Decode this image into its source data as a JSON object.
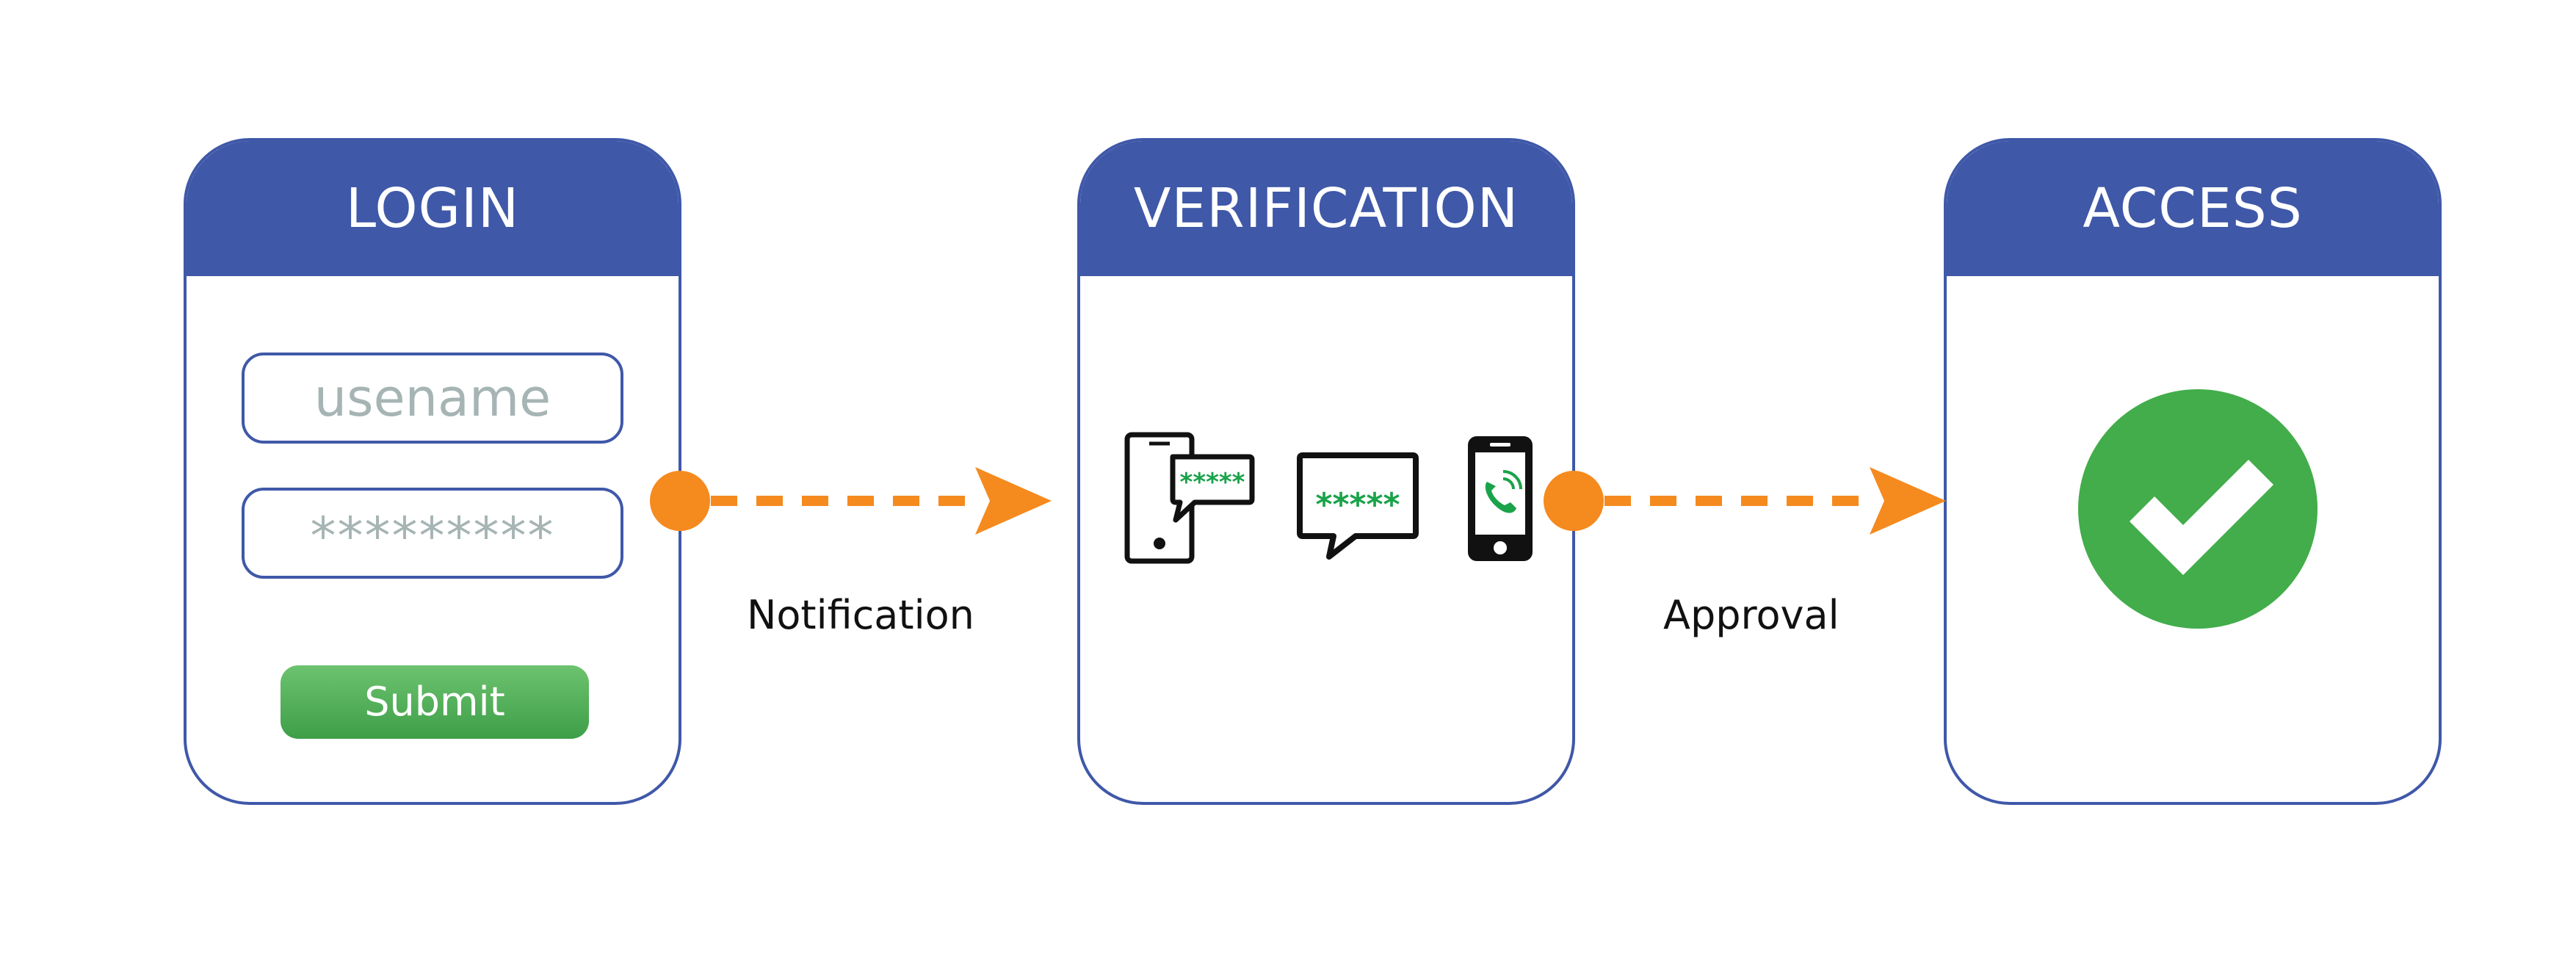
{
  "diagram": {
    "steps": [
      {
        "id": "login",
        "title": "LOGIN"
      },
      {
        "id": "verification",
        "title": "VERIFICATION"
      },
      {
        "id": "access",
        "title": "ACCESS"
      }
    ],
    "connectors": [
      {
        "from": "login",
        "to": "verification",
        "label": "Notification"
      },
      {
        "from": "verification",
        "to": "access",
        "label": "Approval"
      }
    ]
  },
  "login_form": {
    "username_placeholder": "usename",
    "password_mask": "*********",
    "submit_label": "Submit"
  },
  "verification": {
    "tablet_message": "*****",
    "chat_message": "*****",
    "icons": [
      "tablet-message-icon",
      "chat-bubble-icon",
      "smartphone-call-icon"
    ]
  },
  "access": {
    "icon": "checkmark-icon"
  },
  "colors": {
    "header": "#3f58a8",
    "connector": "#f58a1f",
    "success": "#42ad4a",
    "button": "#5cb85c",
    "message_text": "#1aa34a"
  }
}
